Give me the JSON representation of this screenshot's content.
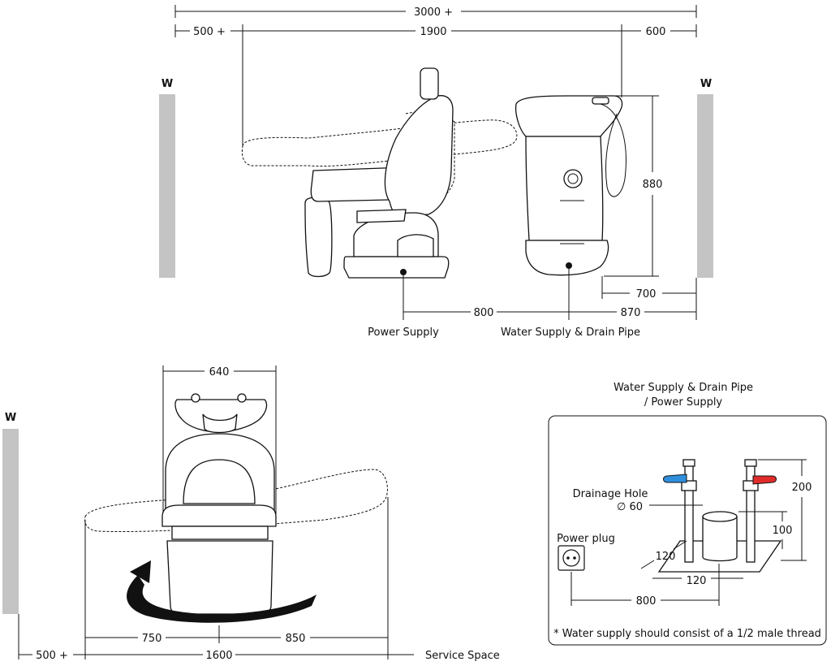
{
  "walls": {
    "label": "W"
  },
  "side_view": {
    "dims": {
      "total": "3000 +",
      "left_clear": "500 +",
      "chair_len": "1900",
      "right_clear": "600",
      "basin_height": "880",
      "drain_to_wall_a": "700",
      "power_to_drain": "800",
      "drain_to_wall_b": "870"
    },
    "labels": {
      "power": "Power Supply",
      "water": "Water Supply & Drain Pipe"
    }
  },
  "front_view": {
    "dims": {
      "basin_width": "640",
      "left_part": "750",
      "right_part": "850",
      "left_clear": "500 +",
      "total": "1600",
      "service": "Service Space"
    }
  },
  "detail": {
    "title_line1": "Water Supply & Drain Pipe",
    "title_line2": "/ Power Supply",
    "drain_label": "Drainage Hole",
    "drain_size": "∅ 60",
    "power_plug": "Power plug",
    "dims": {
      "pipe_height": "200",
      "drain_height": "100",
      "depth": "120",
      "width": "120",
      "to_plug": "800"
    },
    "note": "* Water supply should consist of a 1/2 male thread",
    "colors": {
      "cold": "#2f8fdc",
      "hot": "#e02b2b"
    }
  }
}
